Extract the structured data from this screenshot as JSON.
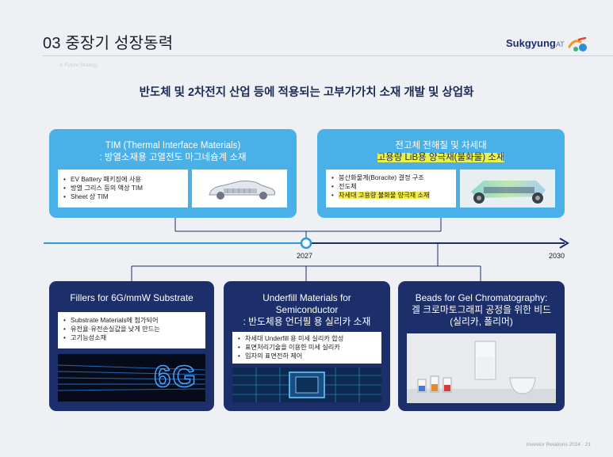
{
  "header": {
    "title": "03 중장기 성장동력",
    "faint_subtitle": "3. Future Strategy",
    "logo_text": "Sukgyung",
    "logo_suffix": "AT"
  },
  "headline": "반도체 및 2차전지 산업 등에 적용되는 고부가가치 소재 개발 및 상업화",
  "top_cards": [
    {
      "title_line1": "TIM (Thermal Interface Materials)",
      "title_line2": ": 방열소재용 고열전도 마그네슘계 소재",
      "bullets": [
        "EV Battery 패키징에 사용",
        "방열 그리스 등의 액상 TIM",
        "Sheet 상 TIM"
      ],
      "image": "ev-car-xray-icon"
    },
    {
      "title_line1": "전고체 전해질 및 차세대",
      "title_line2": "고용량 LiB용 양극재(불화물) 소재",
      "bullets": [
        "붕산화물계(Boracite) 결정 구조",
        "전도체",
        "차세대 고용량 불화물 양극재 소재"
      ],
      "image": "ev-battery-chassis-icon"
    }
  ],
  "timeline": {
    "mid_year": "2027",
    "end_year": "2030",
    "colors": {
      "line": "#2d9be0",
      "arrow": "#1c2f6b"
    }
  },
  "bottom_cards": [
    {
      "title_line1": "Fillers for 6G/mmW Substrate",
      "bullets": [
        "Substrate Materials에 첨가되어",
        "유전율·유전손실값을 낮게 만드는",
        "고기능성소재"
      ],
      "image_text": "6G"
    },
    {
      "title_line1": "Underfill Materials for",
      "title_line2": "Semiconductor",
      "title_line3": ": 반도체용 언더필 용 실리카 소재",
      "bullets": [
        "차세대 Underfill 용 미세 실리카 합성",
        "표면처리기술을 이용한 미세 실리카",
        "입자의 표면전하 제어"
      ],
      "image": "semiconductor-chip-icon"
    },
    {
      "title_line1": "Beads for Gel Chromatography:",
      "title_line2": "겔 크로마토그래피 공정을 위한 비드",
      "title_line3": "(실리카, 폴리머)",
      "image": "lab-vials-icon"
    }
  ],
  "footer": "Investor Relations 2024 · 21",
  "colors": {
    "top_card": "#4ab0e8",
    "bottom_card": "#1c2f6b",
    "highlight": "#f3ec4b"
  }
}
